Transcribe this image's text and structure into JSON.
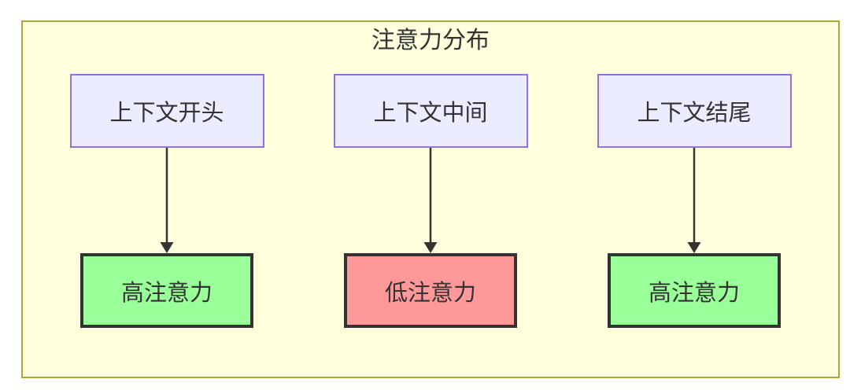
{
  "diagram": {
    "title": "注意力分布",
    "columns": [
      {
        "source": {
          "label": "上下文开头"
        },
        "target": {
          "label": "高注意力",
          "level": "high"
        }
      },
      {
        "source": {
          "label": "上下文中间"
        },
        "target": {
          "label": "低注意力",
          "level": "low"
        }
      },
      {
        "source": {
          "label": "上下文结尾"
        },
        "target": {
          "label": "高注意力",
          "level": "high"
        }
      }
    ]
  },
  "icons": {
    "arrow": "arrow-down"
  },
  "colors": {
    "canvas_bg": "#ffffff",
    "container_bg": "#ffffde",
    "container_border": "#aaaa33",
    "context_node_bg": "#ececff",
    "context_node_border": "#9370db",
    "high_attention_bg": "#99ff99",
    "low_attention_bg": "#ff9999",
    "attention_node_border": "#333333",
    "arrow_color": "#333333",
    "text_color": "#333333"
  }
}
